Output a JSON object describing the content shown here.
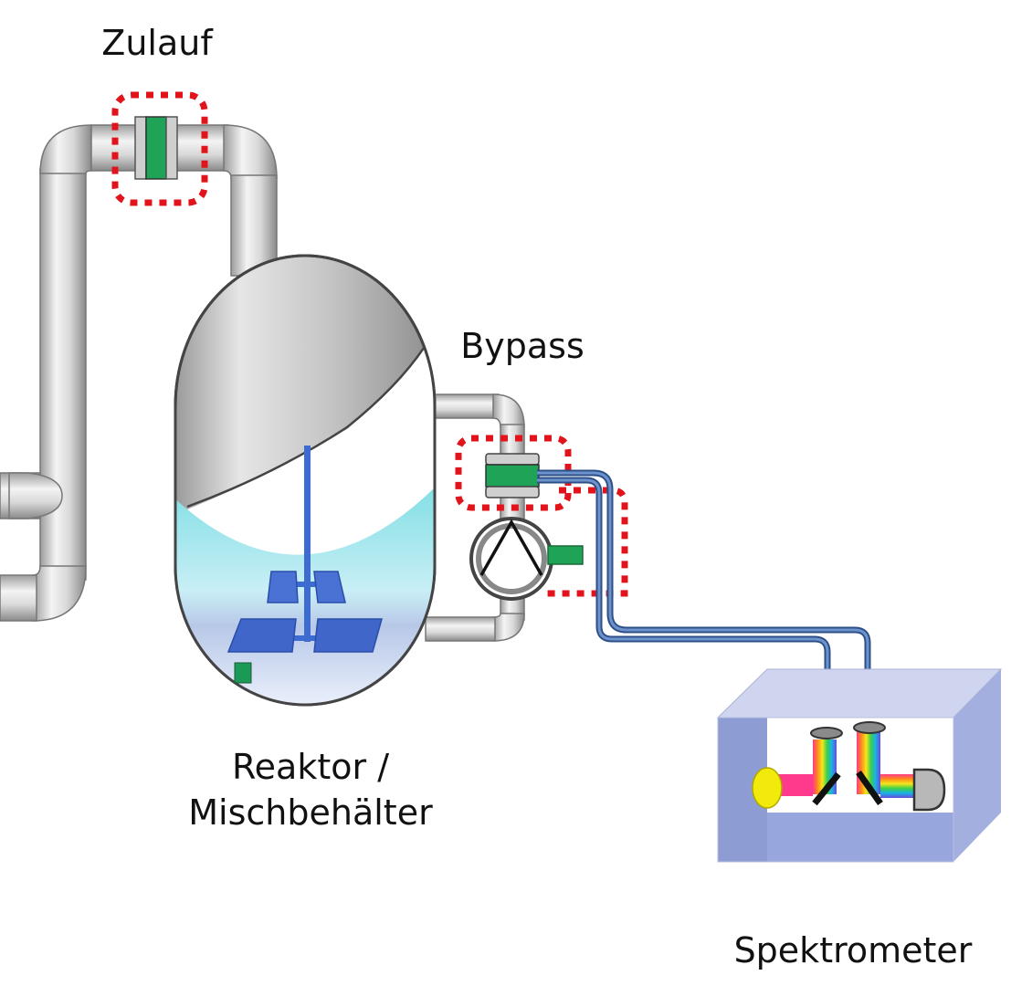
{
  "labels": {
    "inlet": "Zulauf",
    "bypass": "Bypass",
    "reactor_line1": "Reaktor /",
    "reactor_line2": "Mischbehälter",
    "spectrometer": "Spektrometer"
  },
  "colors": {
    "pipe": "#c8c8c8",
    "pipe_dark": "#8f8f8f",
    "sensor_green": "#1fa457",
    "marker_red": "#e0141a",
    "stirrer_blue": "#3e6bd0",
    "liquid_top": "#8fe0e6",
    "liquid_bottom": "#eef4ff",
    "fiber": "#3c64a0",
    "box_light": "#cfd5ee",
    "box_mid": "#97a6dd",
    "box_dark": "#8e9cd4",
    "lamp": "#f2ea0a"
  },
  "icons": [
    "flow-sensor-icon",
    "pump-icon",
    "stirrer-icon",
    "lamp-icon",
    "detector-icon",
    "mirror-icon",
    "grating-icon"
  ]
}
